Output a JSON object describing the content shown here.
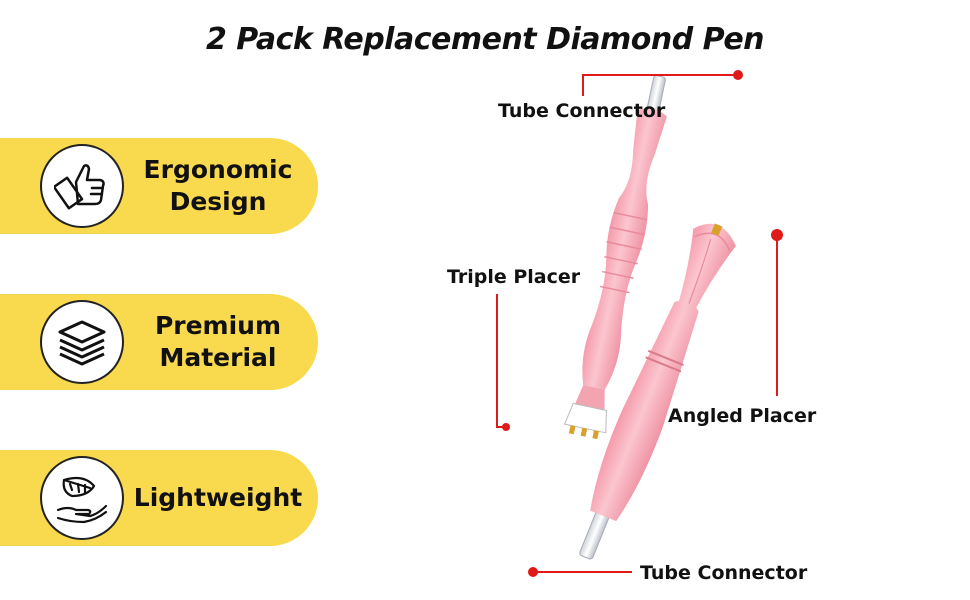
{
  "title": "2 Pack Replacement Diamond Pen",
  "features": [
    {
      "label": "Ergonomic\nDesign",
      "icon": "thumbs-up-icon"
    },
    {
      "label": "Premium\nMaterial",
      "icon": "layers-icon"
    },
    {
      "label": "Lightweight",
      "icon": "feather-hand-icon"
    }
  ],
  "callouts": {
    "tube_connector_top": "Tube Connector",
    "triple_placer": "Triple Placer",
    "angled_placer": "Angled Placer",
    "tube_connector_bottom": "Tube Connector"
  },
  "colors": {
    "banner": "#f9d94e",
    "pen": "#f7b3bd",
    "leader_line": "#e01919"
  }
}
